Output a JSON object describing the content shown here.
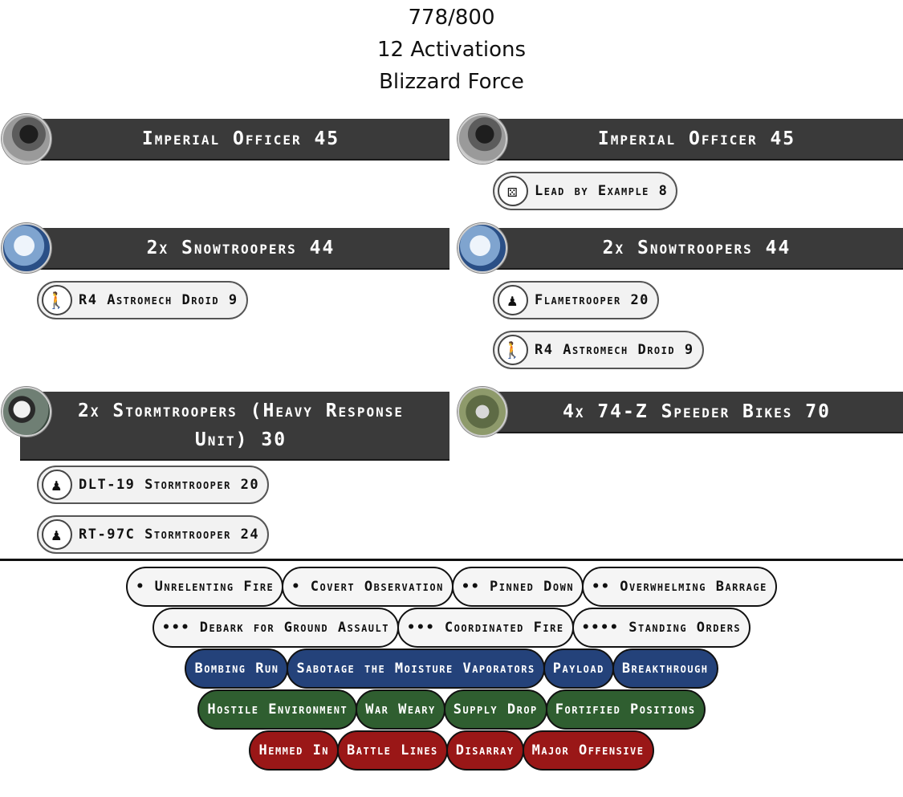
{
  "header": {
    "points": "778/800",
    "activations": "12 Activations",
    "army_name": "Blizzard Force"
  },
  "colors": {
    "unit_bar": "#3a3a3a",
    "command_card": "#f5f5f5",
    "objective_card": "#24427a",
    "deployment_card": "#2f5e30",
    "condition_card": "#9a1717"
  },
  "left_column": {
    "units": [
      {
        "name": "Imperial Officer 45",
        "portrait": "officer-portrait",
        "upgrades": []
      },
      {
        "name": "2x Snowtroopers 44",
        "portrait": "snowtrooper-portrait",
        "upgrades": [
          {
            "name": "R4 Astromech Droid 9",
            "icon": "droid-icon"
          }
        ]
      },
      {
        "name": "2x Stormtroopers (Heavy Response Unit) 30",
        "portrait": "stormtrooper-portrait",
        "upgrades": [
          {
            "name": "DLT-19 Stormtrooper 20",
            "icon": "heavy-weapon-icon"
          },
          {
            "name": "RT-97C Stormtrooper 24",
            "icon": "heavy-weapon-icon"
          }
        ]
      }
    ]
  },
  "right_column": {
    "units": [
      {
        "name": "Imperial Officer 45",
        "portrait": "officer-portrait",
        "upgrades": [
          {
            "name": "Lead by Example 8",
            "icon": "command-icon"
          }
        ]
      },
      {
        "name": "2x Snowtroopers 44",
        "portrait": "snowtrooper-portrait",
        "upgrades": [
          {
            "name": "Flametrooper 20",
            "icon": "heavy-weapon-icon"
          },
          {
            "name": "R4 Astromech Droid 9",
            "icon": "droid-icon"
          }
        ]
      },
      {
        "name": "4x 74-Z Speeder Bikes 70",
        "portrait": "speeder-bike-portrait",
        "upgrades": []
      }
    ]
  },
  "command_cards": {
    "row1": [
      "• Unrelenting Fire",
      "• Covert Observation",
      "•• Pinned Down",
      "•• Overwhelming Barrage"
    ],
    "row2": [
      "••• Debark for Ground Assault",
      "••• Coordinated Fire",
      "•••• Standing Orders"
    ]
  },
  "objective_cards": [
    "Bombing Run",
    "Sabotage the Moisture Vaporators",
    "Payload",
    "Breakthrough"
  ],
  "deployment_cards": [
    "Hostile Environment",
    "War Weary",
    "Supply Drop",
    "Fortified Positions"
  ],
  "condition_cards": [
    "Hemmed In",
    "Battle Lines",
    "Disarray",
    "Major Offensive"
  ]
}
